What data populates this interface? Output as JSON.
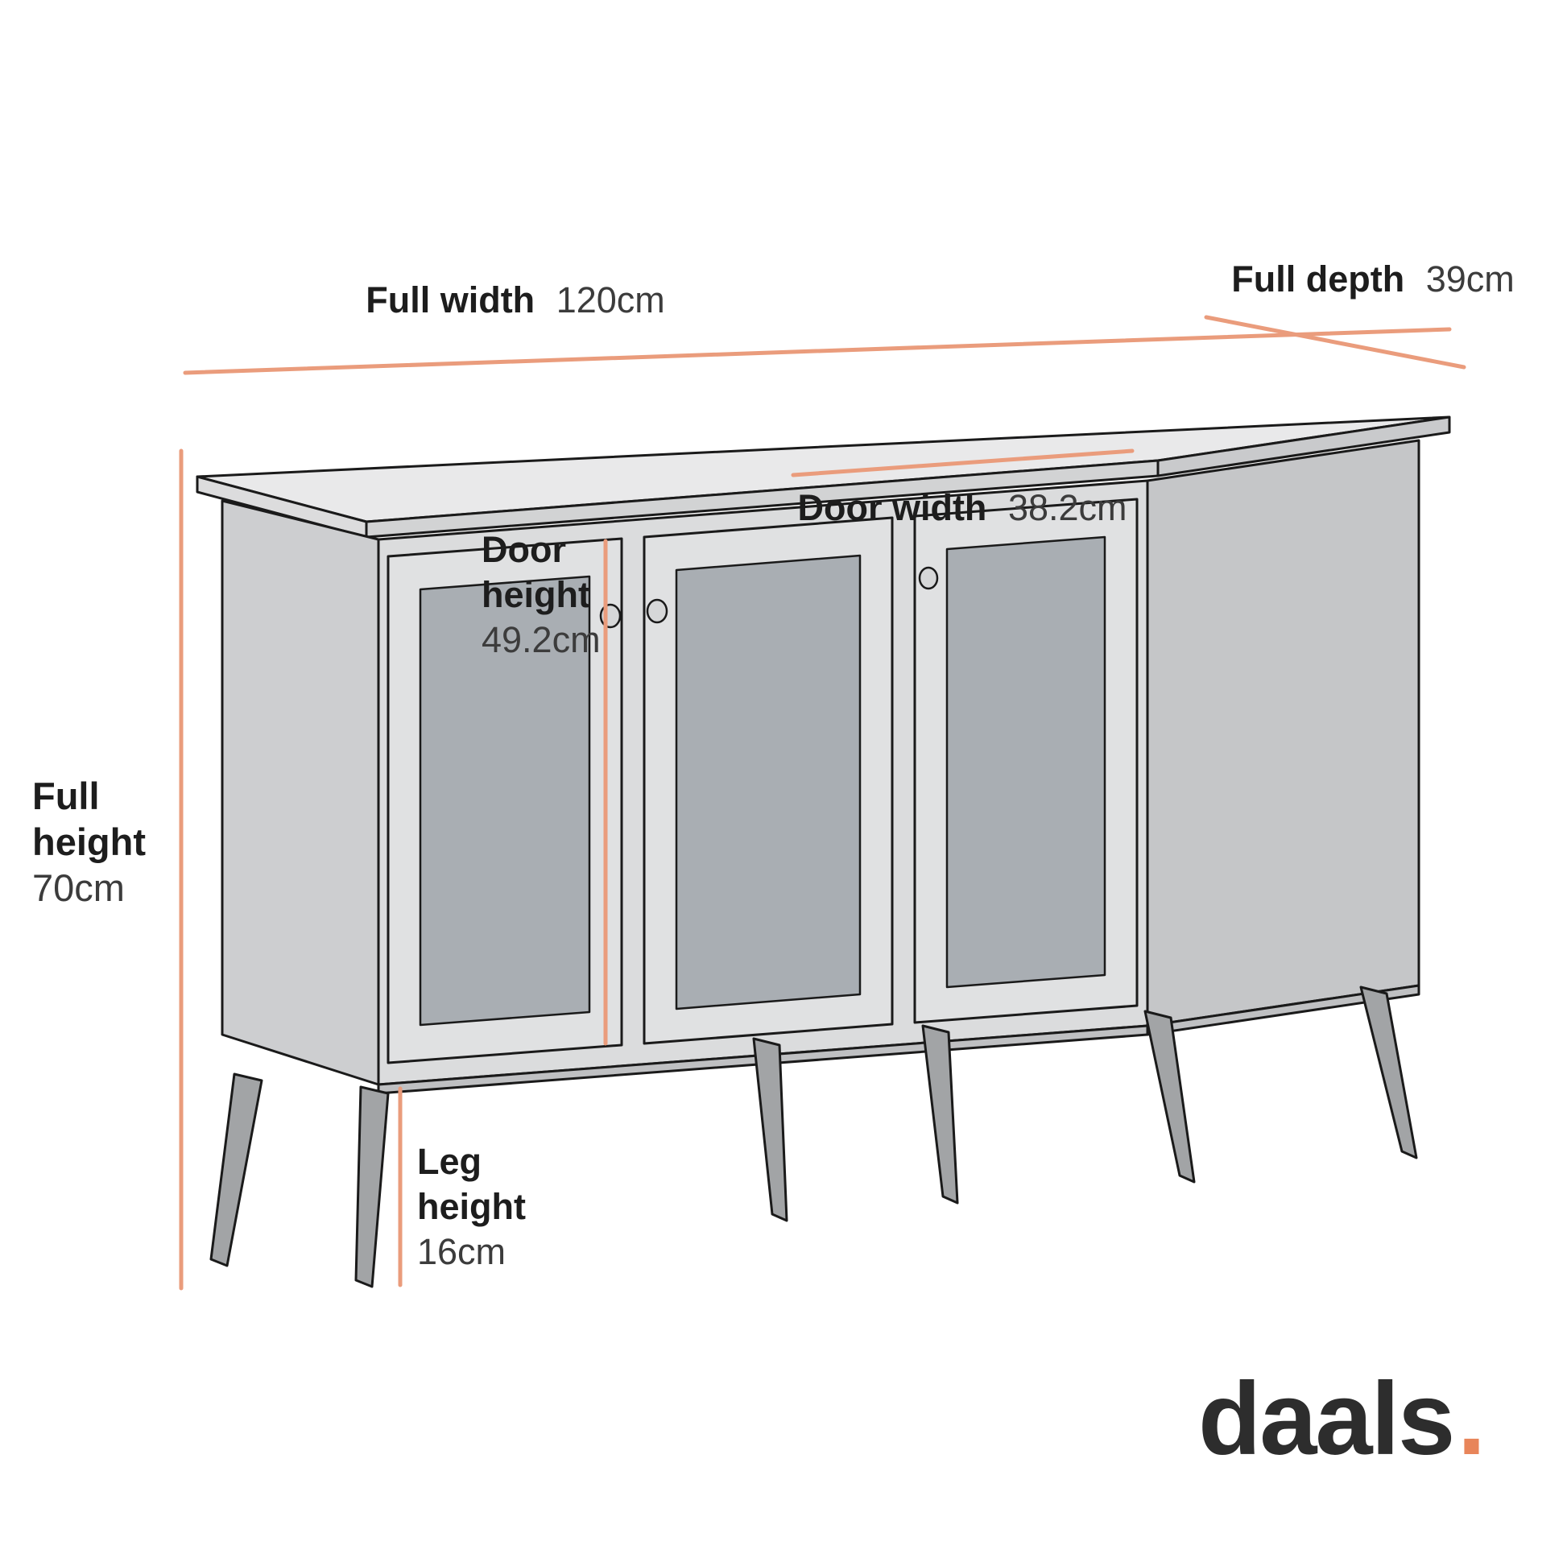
{
  "colors": {
    "accent": "#EA9C7C",
    "label_bold": "#1d1d1d",
    "label_value": "#3c3c3c",
    "outline": "#1a1a1a",
    "body_fill": "#dbdcdd",
    "panel_fill": "#a9aeb3",
    "logo_text": "#2d2d2d",
    "logo_dot": "#E8855A"
  },
  "dimensions": {
    "full_width": {
      "label": "Full width",
      "value": "120cm"
    },
    "full_depth": {
      "label": "Full depth",
      "value": "39cm"
    },
    "full_height": {
      "label_lines": [
        "Full",
        "height"
      ],
      "value": "70cm"
    },
    "door_width": {
      "label": "Door width",
      "value": "38.2cm"
    },
    "door_height": {
      "label_lines": [
        "Door",
        "height"
      ],
      "value": "49.2cm"
    },
    "leg_height": {
      "label_lines": [
        "Leg",
        "height"
      ],
      "value": "16cm"
    }
  },
  "logo": {
    "text": "daals",
    "dot": "."
  }
}
